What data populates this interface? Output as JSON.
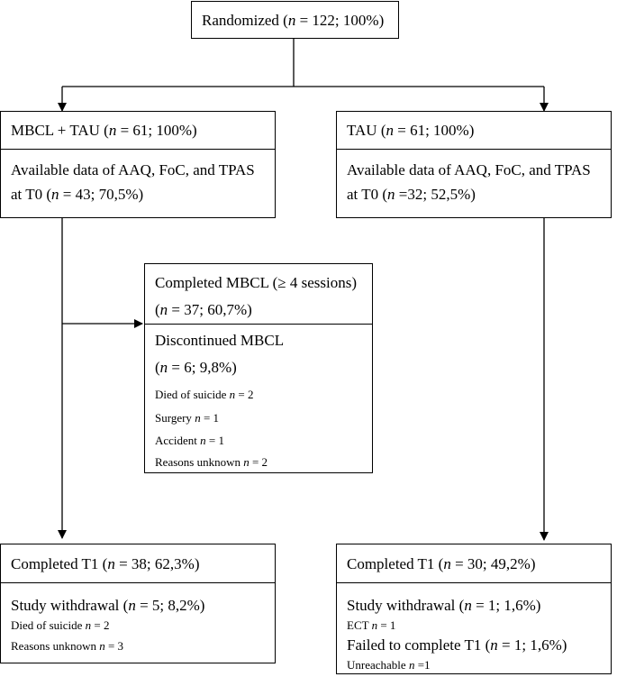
{
  "randomized": {
    "label": "Randomized (",
    "n": "n",
    "rest": " = 122; 100%)"
  },
  "mbcl_tau": {
    "header": {
      "label": "MBCL + TAU (",
      "n": "n",
      "rest": " = 61; 100%)"
    },
    "avail_line1": "Available data of AAQ, FoC, and TPAS",
    "avail_line2": {
      "label": "at T0 (",
      "n": "n",
      "rest": " = 43; 70,5%)"
    }
  },
  "tau": {
    "header": {
      "label": "TAU (",
      "n": "n",
      "rest": " = 61; 100%)"
    },
    "avail_line1": "Available data of AAQ, FoC, and TPAS",
    "avail_line2": {
      "label": "at T0 (",
      "n": "n",
      "rest": " =32; 52,5%)"
    }
  },
  "mbcl_progress": {
    "completed_line1": "Completed MBCL (≥ 4 sessions)",
    "completed_line2": {
      "label": "(",
      "n": "n",
      "rest": " = 37; 60,7%)"
    },
    "discontinued_title": "Discontinued MBCL",
    "discontinued_count": {
      "label": "(",
      "n": "n",
      "rest": " = 6; 9,8%)"
    },
    "reasons": [
      {
        "label": "Died of suicide ",
        "n": "n",
        "rest": " = 2"
      },
      {
        "label": "Surgery ",
        "n": "n",
        "rest": " = 1"
      },
      {
        "label": "Accident ",
        "n": "n",
        "rest": " = 1"
      },
      {
        "label": "Reasons unknown ",
        "n": "n",
        "rest": " = 2"
      }
    ]
  },
  "left_t1": {
    "completed": {
      "label": "Completed T1 (",
      "n": "n",
      "rest": " = 38; 62,3%)"
    },
    "withdrawal": {
      "label": "Study withdrawal (",
      "n": "n",
      "rest": " = 5; 8,2%)"
    },
    "reasons": [
      {
        "label": "Died of suicide ",
        "n": "n",
        "rest": " = 2"
      },
      {
        "label": "Reasons unknown ",
        "n": "n",
        "rest": " = 3"
      }
    ]
  },
  "right_t1": {
    "completed": {
      "label": "Completed T1 (",
      "n": "n",
      "rest": " = 30; 49,2%)"
    },
    "withdrawal": {
      "label": "Study withdrawal (",
      "n": "n",
      "rest": " = 1; 1,6%)"
    },
    "withdrawal_reason": {
      "label": "ECT ",
      "n": "n",
      "rest": " = 1"
    },
    "failed": {
      "label": "Failed to complete T1 (",
      "n": "n",
      "rest": " = 1; 1,6%)"
    },
    "failed_reason": {
      "label": "Unreachable ",
      "n": "n",
      "rest": " =1"
    }
  }
}
